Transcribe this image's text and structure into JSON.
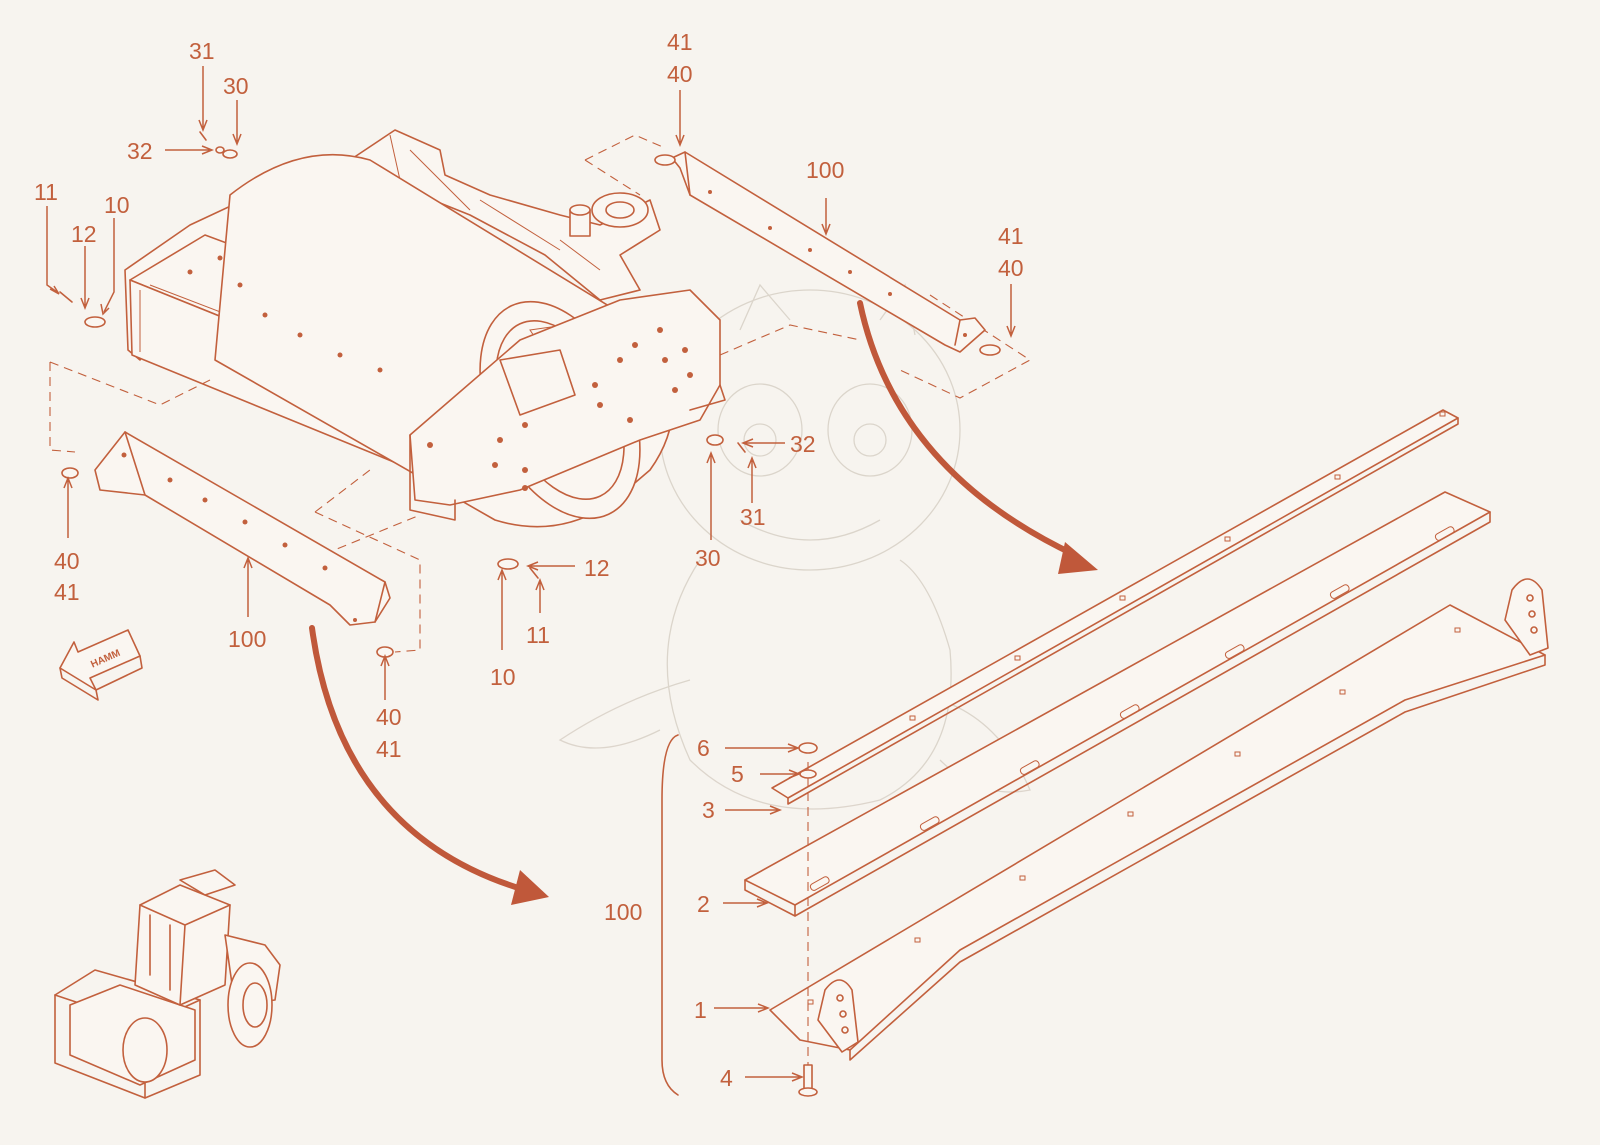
{
  "colors": {
    "line": "#c2603d",
    "arrow": "#c0583a",
    "background": "#f7f4ef",
    "watermark": "#d9d2c8"
  },
  "icons": {
    "direction_arrow": "hamm-direction-arrow-icon",
    "overview": "compactor-overview-icon",
    "watermark": "dragon-watermark"
  },
  "brand": {
    "arrow_text": "HAMM"
  },
  "callouts": {
    "c31_top": "31",
    "c30_top": "30",
    "c32_top": "32",
    "c11_left": "11",
    "c12_left": "12",
    "c10_left": "10",
    "c41_top": "41",
    "c40_top": "40",
    "c100_upper": "100",
    "c41_right": "41",
    "c40_right": "40",
    "c32_mid": "32",
    "c31_mid": "31",
    "c30_mid": "30",
    "c40_lleft": "40",
    "c41_lleft": "41",
    "c100_lower": "100",
    "c12_bot": "12",
    "c11_bot": "11",
    "c10_bot": "10",
    "c40_lright": "40",
    "c41_lright": "41",
    "c6": "6",
    "c5": "5",
    "c3": "3",
    "c2": "2",
    "c100_detail": "100",
    "c1": "1",
    "c4": "4"
  }
}
